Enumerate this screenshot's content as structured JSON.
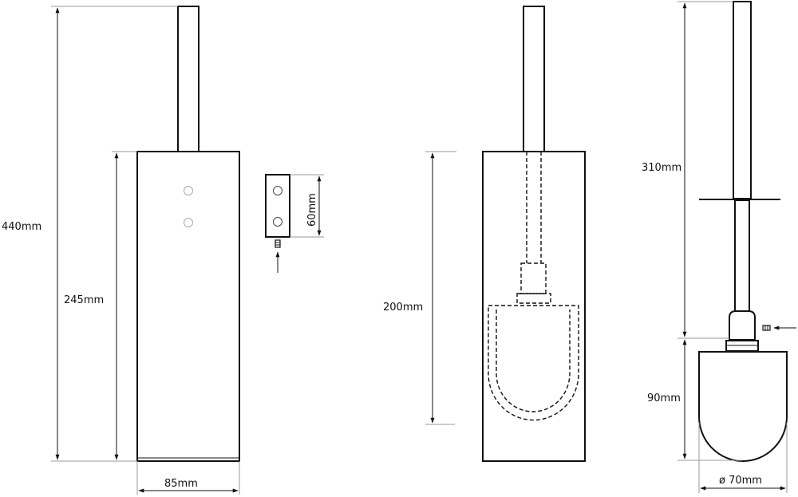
{
  "dimensions": {
    "total_height": "440mm",
    "holder_height": "245mm",
    "holder_width": "85mm",
    "bracket_height": "60mm",
    "inner_depth": "200mm",
    "handle_length": "310mm",
    "brush_height": "90mm",
    "brush_diameter": "ø 70mm"
  }
}
